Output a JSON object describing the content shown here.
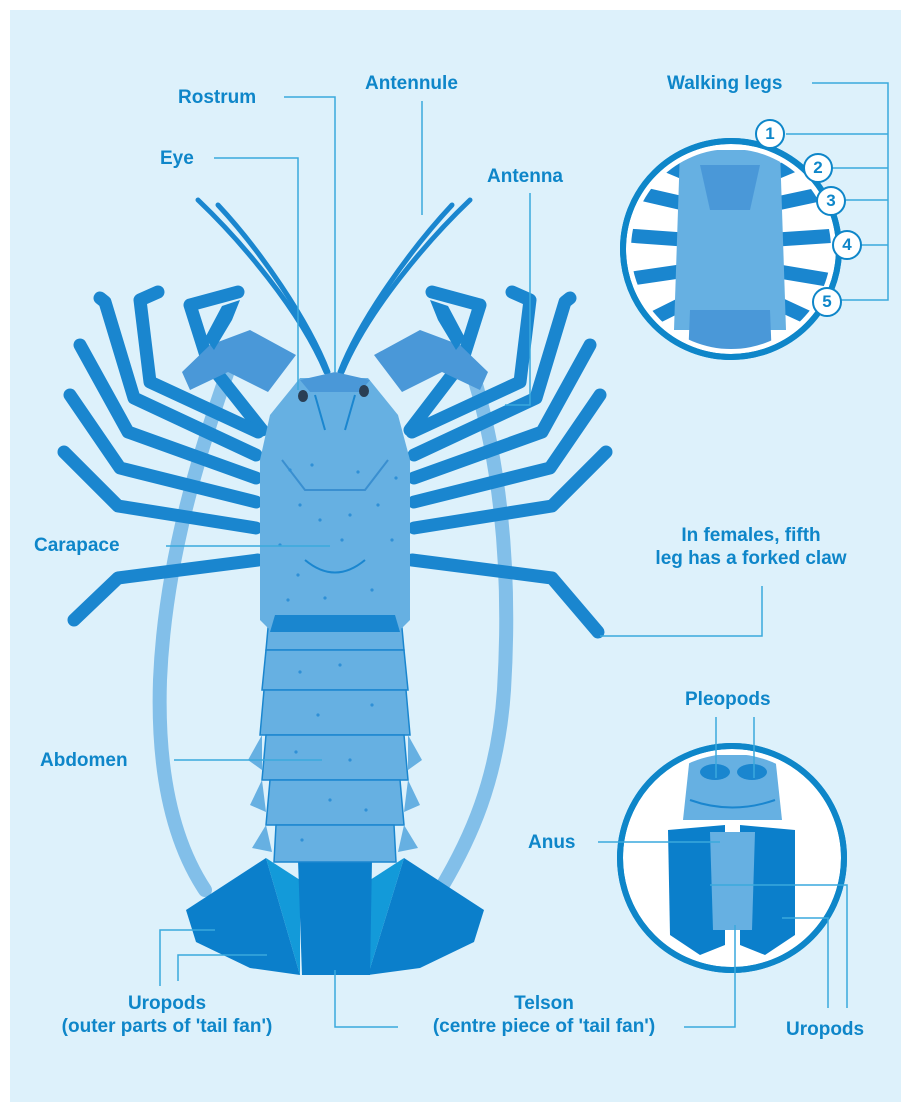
{
  "colors": {
    "background": "#ddf1fb",
    "label": "#0e86c9",
    "leader_line": "#3aa9dd",
    "legs": "#1a86cf",
    "body_light": "#66b0e2",
    "antenna": "#82bfe9",
    "tail_dark": "#0b7fcb",
    "tail_mid": "#139ad9"
  },
  "labels": {
    "rostrum": "Rostrum",
    "antennule": "Antennule",
    "eye": "Eye",
    "antenna": "Antenna",
    "walking_legs": "Walking legs",
    "carapace": "Carapace",
    "fifth_leg_note_line1": "In females, fifth",
    "fifth_leg_note_line2": "leg has a forked claw",
    "pleopods": "Pleopods",
    "abdomen": "Abdomen",
    "anus": "Anus",
    "uropods_outer_line1": "Uropods",
    "uropods_outer_line2": "(outer parts of 'tail fan')",
    "telson_line1": "Telson",
    "telson_line2": "(centre piece of 'tail fan')",
    "uropods_right": "Uropods"
  },
  "leg_numbers": [
    "1",
    "2",
    "3",
    "4",
    "5"
  ],
  "icons": {
    "main": "lobster-illustration",
    "inset_top": "walking-legs-inset",
    "inset_bottom": "underside-tail-inset"
  }
}
